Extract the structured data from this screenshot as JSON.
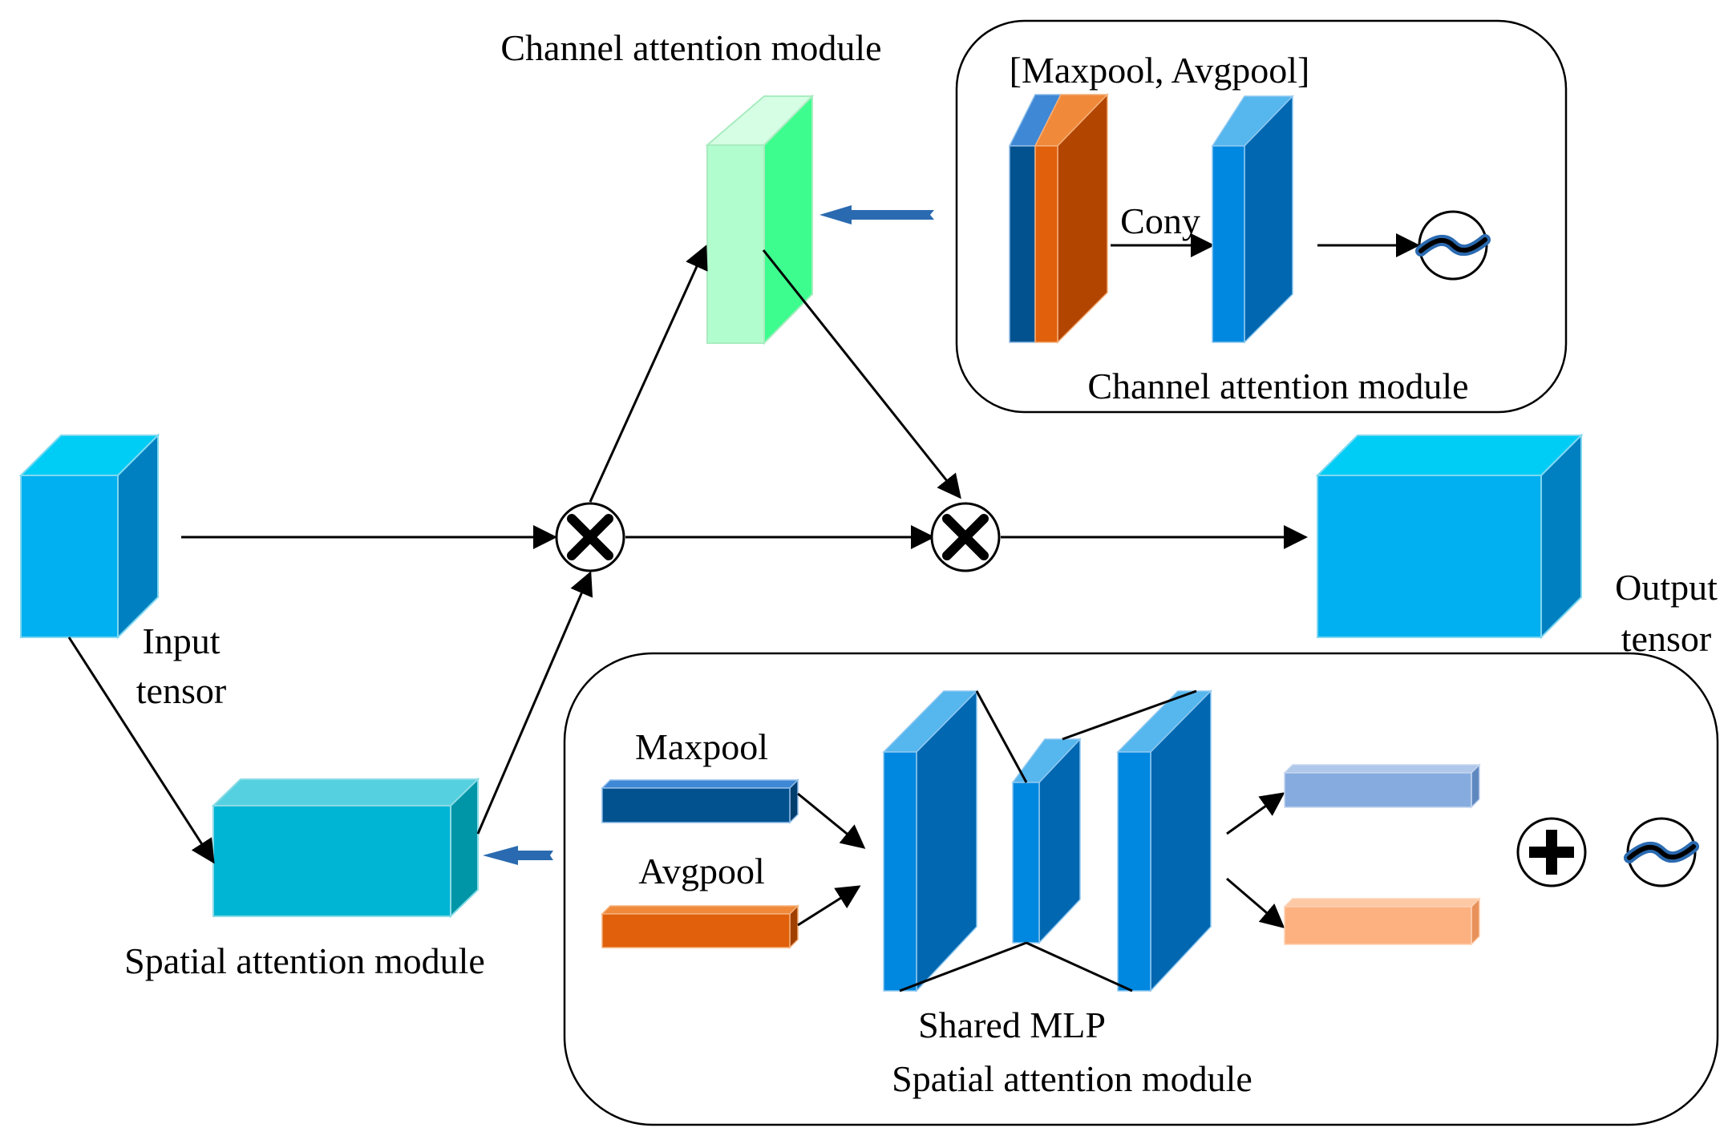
{
  "labels": {
    "channel_top": "Channel attention module",
    "pool_concat": "[Maxpool, Avgpool]",
    "conv": "Cony",
    "channel_box": "Channel attention module",
    "input_1": "Input",
    "input_2": "tensor",
    "output_1": "Output",
    "output_2": "tensor",
    "spatial_left": "Spatial attention module",
    "maxpool": "Maxpool",
    "avgpool": "Avgpool",
    "shared_mlp": "Shared MLP",
    "spatial_box": "Spatial attention module"
  },
  "icons": {
    "multiply": "multiply-circle-icon",
    "add": "plus-circle-icon",
    "sigmoid": "sigmoid-circle-icon"
  },
  "colors": {
    "cyan_front": "#00b0f0",
    "cyan_top": "#00cdf5",
    "cyan_side": "#0080c0",
    "mint_front": "#b2fdcd",
    "mint_side": "#3dfd8e",
    "teal_front": "#00b4d4",
    "teal_top": "#55d0e0",
    "teal_side": "#0096a8",
    "blue_front": "#0088e0",
    "blue_side": "#0067b0",
    "blue_top": "#56b6ee",
    "navy": "#02528f",
    "orange": "#e0600b",
    "brown": "#b24500",
    "light_blue": "#86acdf",
    "peach": "#fdb180",
    "arrow_blue": "#2a6ab0"
  }
}
